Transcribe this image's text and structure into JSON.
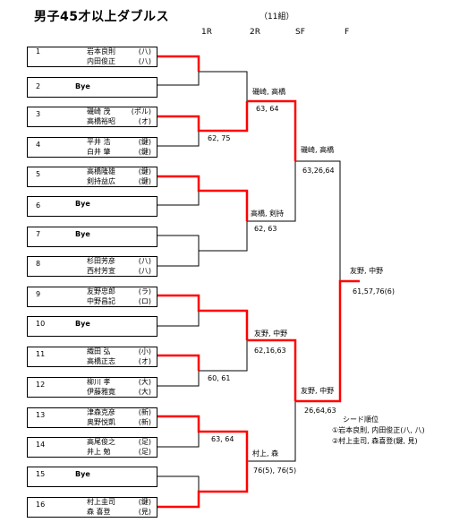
{
  "header": {
    "title": "男子45才以上ダブルス",
    "group": "（11組）",
    "rounds": [
      "1R",
      "2R",
      "SF",
      "F"
    ]
  },
  "entries": [
    {
      "seed": "1",
      "bye": false,
      "players": [
        {
          "name": "岩本良則",
          "club": "(八)"
        },
        {
          "name": "内田俊正",
          "club": "(八)"
        }
      ]
    },
    {
      "seed": "2",
      "bye": true,
      "label": "Bye"
    },
    {
      "seed": "3",
      "bye": false,
      "players": [
        {
          "name": "磯崎 茂",
          "club": "(ポル)"
        },
        {
          "name": "高橋裕昭",
          "club": "(オ)"
        }
      ]
    },
    {
      "seed": "4",
      "bye": false,
      "players": [
        {
          "name": "平井 浩",
          "club": "(鍵)"
        },
        {
          "name": "白井 肇",
          "club": "(鍵)"
        }
      ]
    },
    {
      "seed": "5",
      "bye": false,
      "players": [
        {
          "name": "高橋隆雄",
          "club": "(鍵)"
        },
        {
          "name": "剣持益広",
          "club": "(鍵)"
        }
      ]
    },
    {
      "seed": "6",
      "bye": true,
      "label": "Bye"
    },
    {
      "seed": "7",
      "bye": true,
      "label": "Bye"
    },
    {
      "seed": "8",
      "bye": false,
      "players": [
        {
          "name": "杉田芳彦",
          "club": "(八)"
        },
        {
          "name": "西村芳宣",
          "club": "(八)"
        }
      ]
    },
    {
      "seed": "9",
      "bye": false,
      "players": [
        {
          "name": "友野忠郎",
          "club": "(ラ)"
        },
        {
          "name": "中野昌記",
          "club": "(ロ)"
        }
      ]
    },
    {
      "seed": "10",
      "bye": true,
      "label": "Bye"
    },
    {
      "seed": "11",
      "bye": false,
      "players": [
        {
          "name": "織田 弘",
          "club": "(小)"
        },
        {
          "name": "高橋正志",
          "club": "(オ)"
        }
      ]
    },
    {
      "seed": "12",
      "bye": false,
      "players": [
        {
          "name": "柳川 孝",
          "club": "(大)"
        },
        {
          "name": "伊藤雅寛",
          "club": "(大)"
        }
      ]
    },
    {
      "seed": "13",
      "bye": false,
      "players": [
        {
          "name": "津森克彦",
          "club": "(新)"
        },
        {
          "name": "奥野悦凱",
          "club": "(新)"
        }
      ]
    },
    {
      "seed": "14",
      "bye": false,
      "players": [
        {
          "name": "高尾俊之",
          "club": "(足)"
        },
        {
          "name": "井上 勉",
          "club": "(足)"
        }
      ]
    },
    {
      "seed": "15",
      "bye": true,
      "label": "Bye"
    },
    {
      "seed": "16",
      "bye": false,
      "players": [
        {
          "name": "村上圭司",
          "club": "(鍵)"
        },
        {
          "name": "森 喜登",
          "club": "(見)"
        }
      ]
    }
  ],
  "results": {
    "r1_m2_score": "62, 75",
    "r1_m3_score": "",
    "r1_m6_score": "60, 61",
    "r1_m7_score": "63, 64",
    "r2_m1_winner": "磯崎, 高橋",
    "r2_m1_score": "63, 64",
    "r2_m2_winner": "高橋, 剣持",
    "r2_m2_score": "62, 63",
    "r2_m3_winner": "友野, 中野",
    "r2_m3_score": "62,16,63",
    "r2_m4_winner": "村上, 森",
    "r2_m4_score": "76(5), 76(5)",
    "sf1_winner": "磯崎, 高橋",
    "sf1_score": "63,26,64",
    "sf2_winner": "友野, 中野",
    "sf2_score": "26,64,63",
    "final_winner": "友野, 中野",
    "final_score": "61,57,76(6)"
  },
  "seeds_note": {
    "heading": "シード順位",
    "items": [
      "①岩本良則, 内田俊正(八, 八)",
      "②村上圭司, 森喜登(鍵, 見)"
    ]
  },
  "colors": {
    "win_line": "#ff0000",
    "line": "#000000"
  }
}
